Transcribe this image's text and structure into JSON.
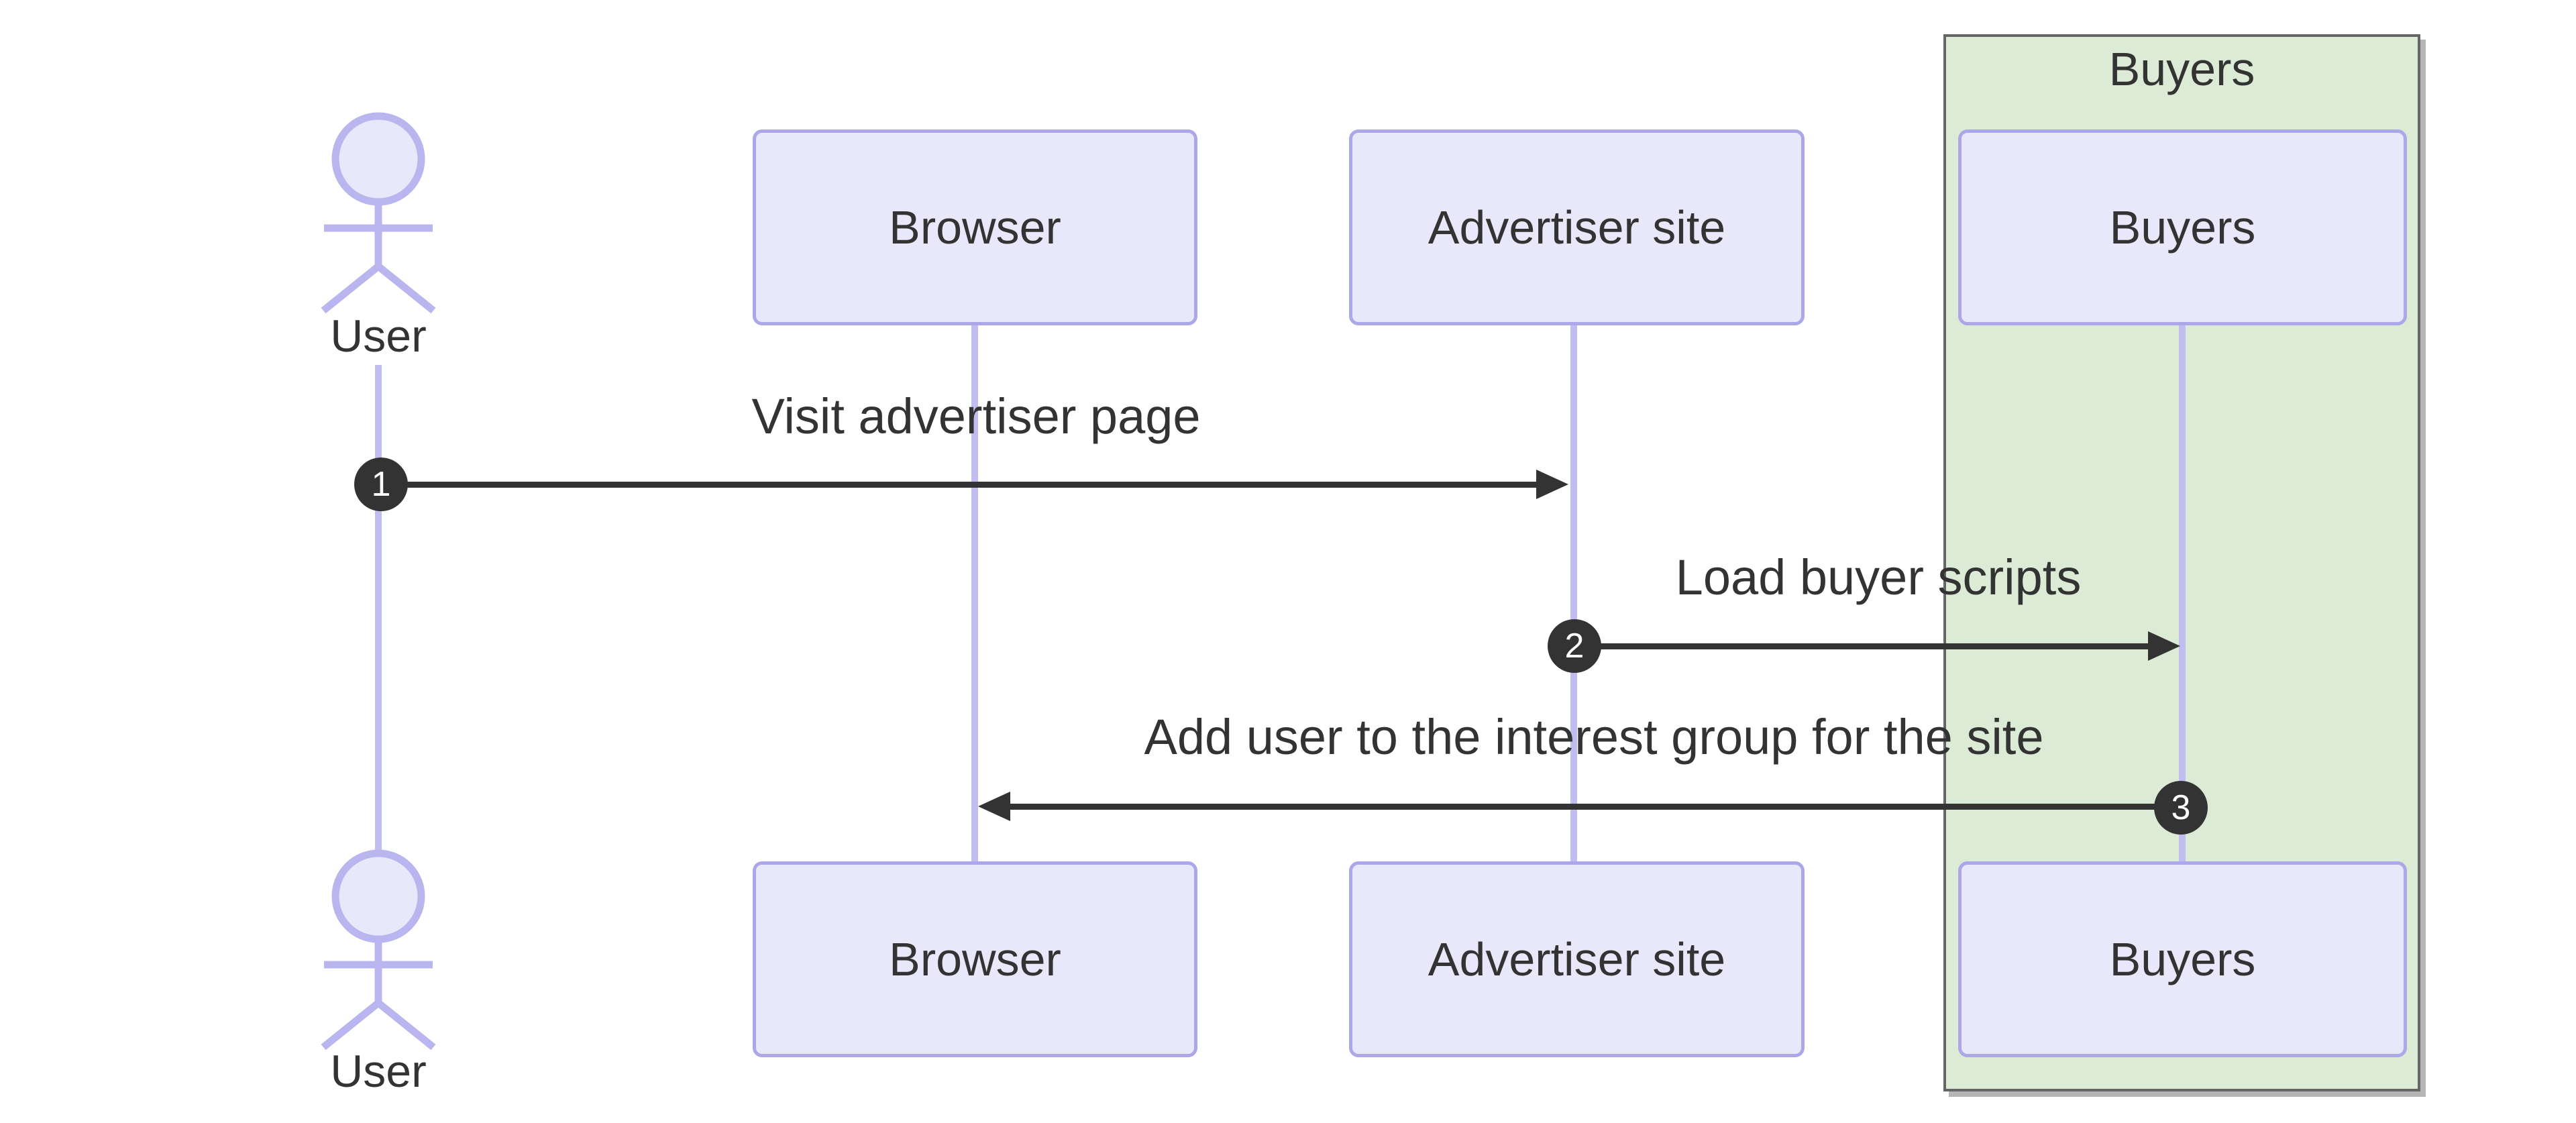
{
  "diagram": {
    "type": "sequence-diagram",
    "background": "#ffffff",
    "colors": {
      "participant_fill": "#e9e8fa",
      "participant_border": "#aba7e8",
      "lifeline": "#c1bdf1",
      "actor_stroke": "#b9b5ef",
      "group_fill": "#dcebd5",
      "group_border": "#666666",
      "text": "#333333",
      "arrow": "#333333",
      "badge_fill": "#333333",
      "badge_text": "#ffffff"
    },
    "actor": {
      "name": "User"
    },
    "participants": [
      {
        "label": "Browser"
      },
      {
        "label": "Advertiser site"
      },
      {
        "label": "Buyers"
      }
    ],
    "group": {
      "label": "Buyers"
    },
    "messages": [
      {
        "number": "1",
        "label": "Visit advertiser page",
        "from": "User",
        "to": "Advertiser site",
        "direction": "right"
      },
      {
        "number": "2",
        "label": "Load buyer scripts",
        "from": "Advertiser site",
        "to": "Buyers",
        "direction": "right"
      },
      {
        "number": "3",
        "label": "Add user to the interest group for the site",
        "from": "Buyers",
        "to": "Browser",
        "direction": "left"
      }
    ]
  }
}
